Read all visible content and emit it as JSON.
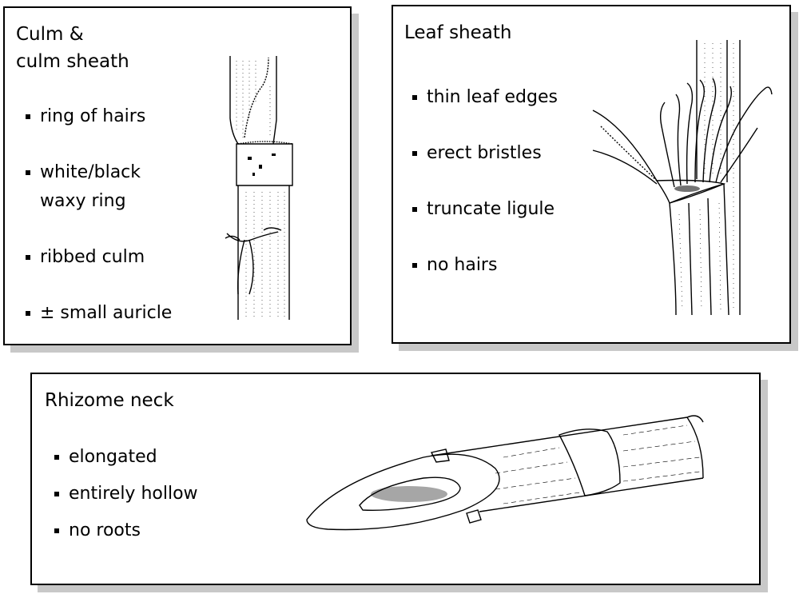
{
  "panels": {
    "culm": {
      "title_line1": "Culm &",
      "title_line2": "culm sheath",
      "bullets": [
        "ring of hairs",
        "white/black",
        "waxy ring",
        "ribbed culm",
        "± small auricle"
      ]
    },
    "leaf": {
      "title": "Leaf sheath",
      "bullets": [
        "thin leaf edges",
        "erect bristles",
        "truncate ligule",
        "no hairs"
      ]
    },
    "rhizome": {
      "title": "Rhizome neck",
      "bullets": [
        "elongated",
        "entirely hollow",
        "no roots"
      ]
    }
  },
  "colors": {
    "ink": "#000000",
    "shadow": "#c8c8c8",
    "paper": "#ffffff"
  }
}
